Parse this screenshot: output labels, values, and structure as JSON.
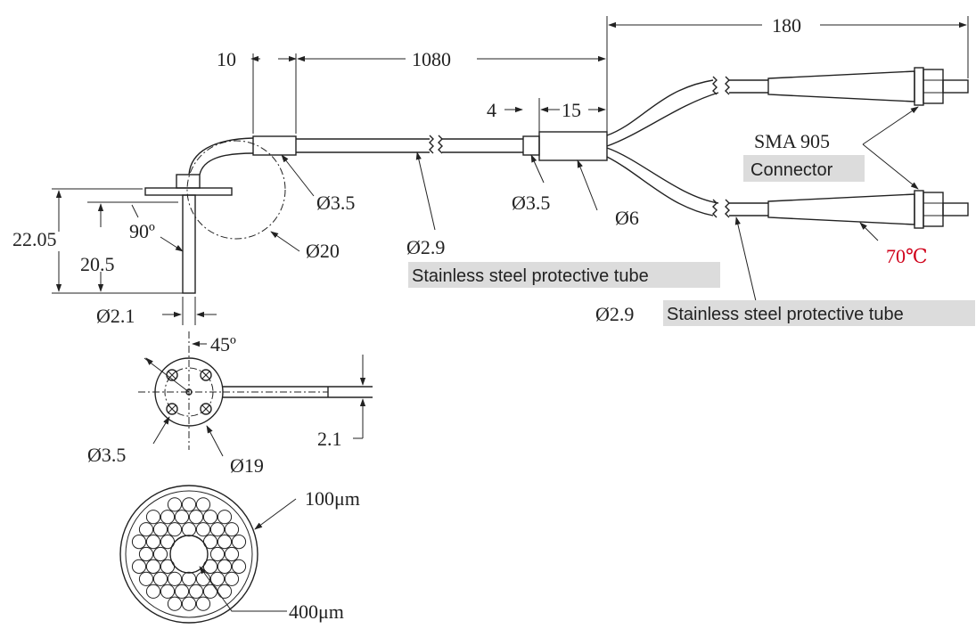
{
  "dimensions": {
    "len_10": "10",
    "len_1080": "1080",
    "len_180": "180",
    "len_4": "4",
    "len_15": "15",
    "h_22_05": "22.05",
    "h_20_5": "20.5",
    "angle_90": "90º",
    "dia_3_5_a": "Ø3.5",
    "dia_20": "Ø20",
    "dia_2_9_a": "Ø2.9",
    "dia_3_5_b": "Ø3.5",
    "dia_6": "Ø6",
    "dia_2_1": "Ø2.1",
    "angle_45": "45º",
    "dia_3_5_c": "Ø3.5",
    "dia_19": "Ø19",
    "w_2_1": "2.1",
    "fiber_100": "100μm",
    "fiber_400": "400μm",
    "dia_2_9_b": "Ø2.9"
  },
  "labels": {
    "tube_a": "Stainless steel protective tube",
    "tube_b": "Stainless steel protective tube",
    "connector_name": "SMA 905",
    "connector_word": "Connector",
    "temp": "70℃"
  },
  "colors": {
    "line": "#222222",
    "label_bg": "#dcdcdc",
    "temp_red": "#d0021b"
  }
}
